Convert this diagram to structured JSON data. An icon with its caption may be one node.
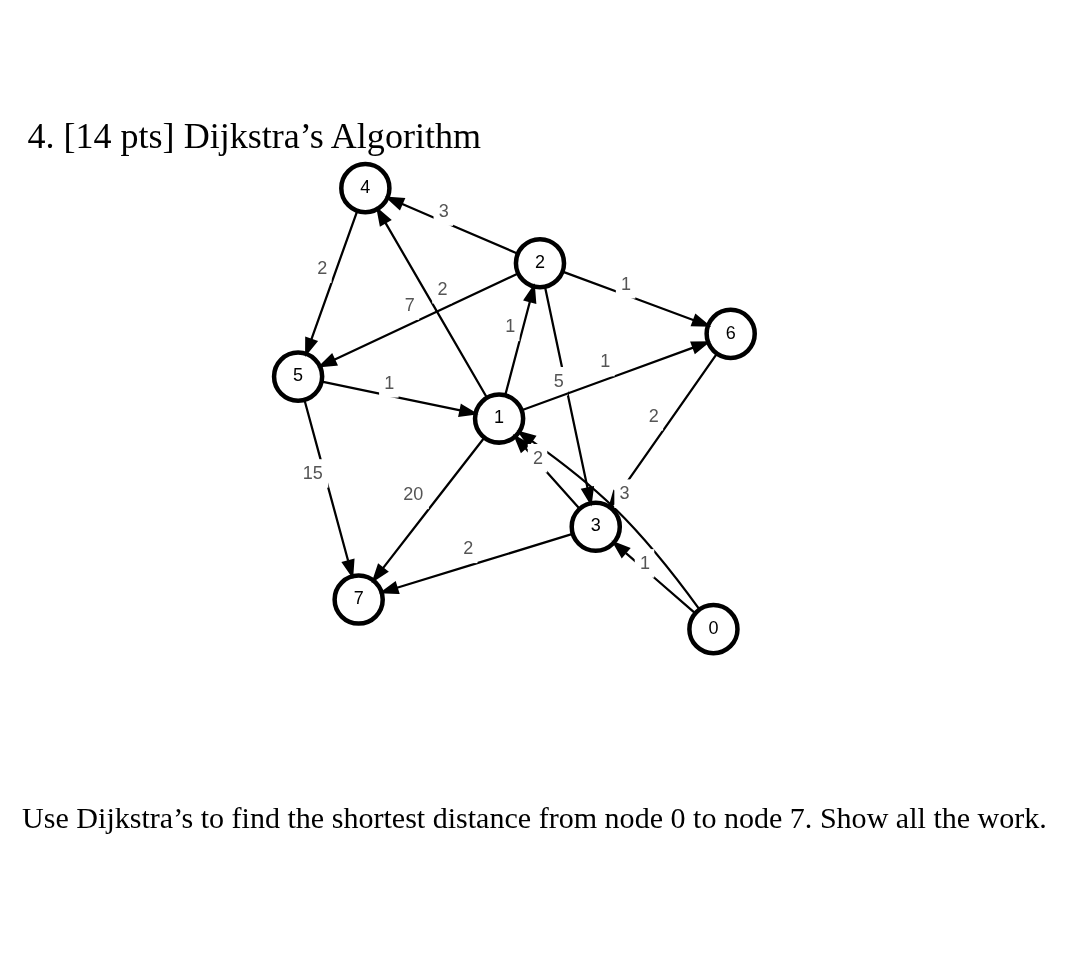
{
  "diagram": {
    "title": "4. [14 pts] Dijkstra’s Algorithm",
    "caption": "Use Dijkstra’s to find the shortest distance from node 0 to node 7. Show all the work.",
    "nodes": [
      {
        "text": [
          "4"
        ]
      },
      {
        "text": [
          "2"
        ]
      },
      {
        "text": [
          "6"
        ]
      },
      {
        "text": [
          "5"
        ]
      },
      {
        "text": [
          "1"
        ]
      },
      {
        "text": [
          "0"
        ]
      },
      {
        "text": [
          "7"
        ]
      },
      {
        "text": [
          "3"
        ]
      }
    ],
    "edges": [
      {
        "from": 1,
        "to": 0,
        "arrow": "to",
        "label": "3"
      },
      {
        "from": 0,
        "to": 3,
        "arrow": "to",
        "label": "2"
      },
      {
        "from": 4,
        "to": 0,
        "arrow": "to",
        "label": "2"
      },
      {
        "from": 1,
        "to": 3,
        "arrow": "to",
        "label": "7"
      },
      {
        "from": 4,
        "to": 1,
        "arrow": "to",
        "label": "1"
      },
      {
        "from": 1,
        "to": 2,
        "arrow": "to",
        "label": "1"
      },
      {
        "from": 4,
        "to": 2,
        "arrow": "to",
        "label": "1"
      },
      {
        "from": 1,
        "to": 7,
        "arrow": "to",
        "label": "5"
      },
      {
        "from": 2,
        "to": 7,
        "arrow": "to",
        "label": "2"
      },
      {
        "from": 3,
        "to": 4,
        "arrow": "to",
        "label": "1"
      },
      {
        "from": 3,
        "to": 6,
        "arrow": "to",
        "label": "15"
      },
      {
        "from": 4,
        "to": 6,
        "arrow": "to",
        "label": "20"
      },
      {
        "from": 5,
        "to": 4,
        "arrow": "to",
        "label": "3"
      },
      {
        "from": 7,
        "to": 4,
        "arrow": "to",
        "label": "2"
      },
      {
        "from": 5,
        "to": 7,
        "arrow": "to",
        "label": "1"
      },
      {
        "from": 7,
        "to": 6,
        "arrow": "to",
        "label": "2"
      }
    ]
  }
}
